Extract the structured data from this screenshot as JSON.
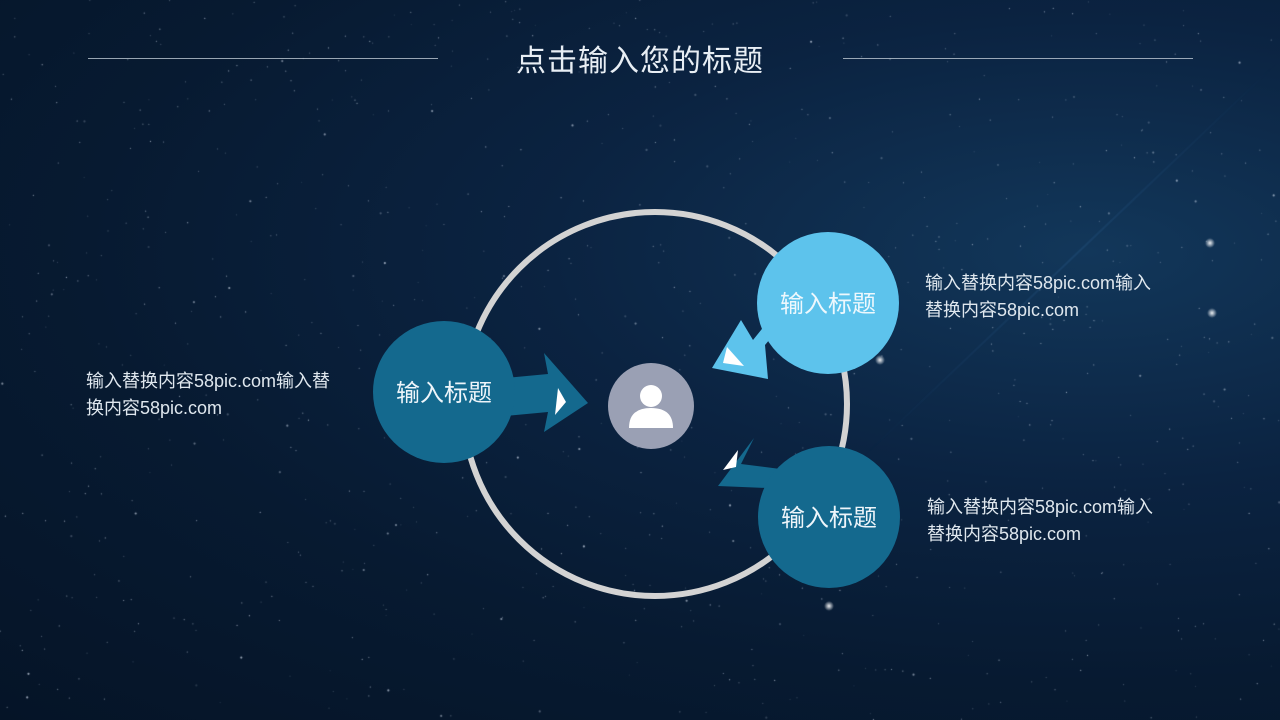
{
  "title": "点击输入您的标题",
  "colors": {
    "background": "#071a31",
    "ring": "#d3d3d3",
    "node_dark": "#14698e",
    "node_light": "#5dc3ec",
    "center_fill": "#9aa0b4",
    "text": "#dfe7ee"
  },
  "center": {
    "icon": "person-icon"
  },
  "nodes": [
    {
      "label": "输入标题",
      "description": "输入替换内容58pic.com输入替换内容58pic.com"
    },
    {
      "label": "输入标题",
      "description": "输入替换内容58pic.com输入替换内容58pic.com"
    },
    {
      "label": "输入标题",
      "description": "输入替换内容58pic.com输入替换内容58pic.com"
    }
  ],
  "descriptions_lines": {
    "left": [
      "输入替换内容58pic.com输入替",
      "换内容58pic.com"
    ],
    "top_right": [
      "输入替换内容58pic.com输入",
      "替换内容58pic.com"
    ],
    "bottom_right": [
      "输入替换内容58pic.com输入",
      "替换内容58pic.com"
    ]
  }
}
